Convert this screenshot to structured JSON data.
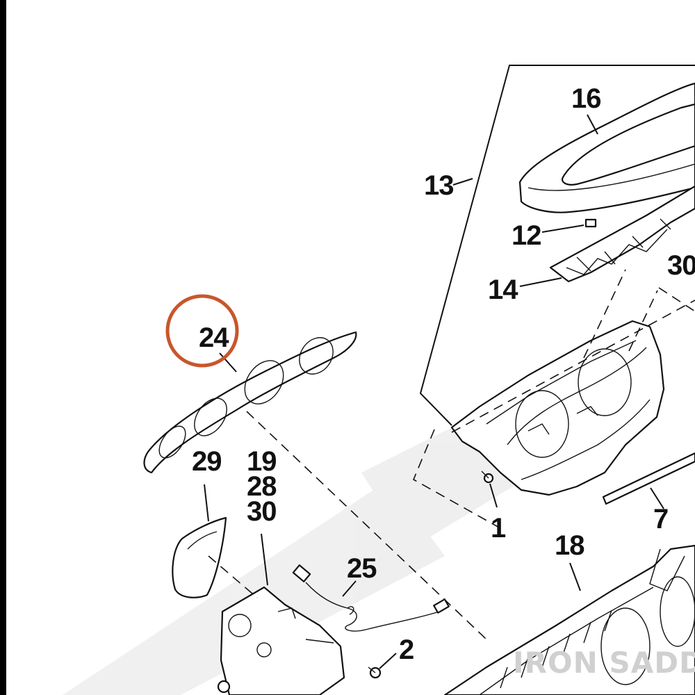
{
  "diagram": {
    "callouts": {
      "c1": "1",
      "c2": "2",
      "c7": "7",
      "c12": "12",
      "c13": "13",
      "c14": "14",
      "c16": "16",
      "c18": "18",
      "c24": "24",
      "c25": "25",
      "c29": "29",
      "c19": "19",
      "c28": "28",
      "c30a": "30",
      "c30b": "30"
    },
    "highlight": {
      "target": "24",
      "color": "#C8562B"
    },
    "watermark": {
      "text": "IRON SADDLE"
    }
  }
}
